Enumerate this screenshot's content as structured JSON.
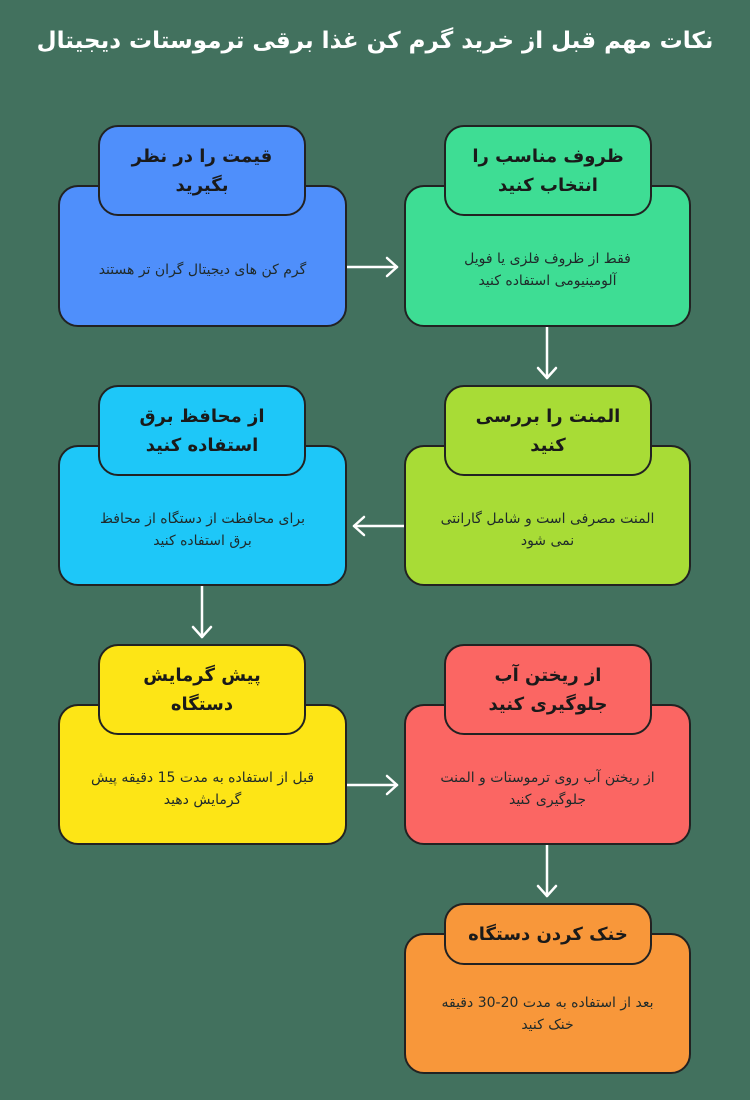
{
  "title": "نکات مهم قبل از خرید گرم کن غذا برقی ترموستات دیجیتال",
  "colors": {
    "background": "#42715e",
    "arrow": "#ffffff",
    "border": "#222222"
  },
  "steps": [
    {
      "heading": "ظروف مناسب را انتخاب کنید",
      "text": "فقط از ظروف فلزی یا فویل آلومینیومی استفاده کنید",
      "color": "#3edd94"
    },
    {
      "heading": "قیمت را در نظر بگیرید",
      "text": "گرم کن های دیجیتال گران تر هستند",
      "color": "#4f8ffb"
    },
    {
      "heading": "المنت را بررسی کنید",
      "text": "المنت مصرفی است و شامل گارانتی نمی شود",
      "color": "#a8dc36"
    },
    {
      "heading": "از محافظ برق استفاده کنید",
      "text": "برای محافظت از دستگاه از محافظ برق استفاده کنید",
      "color": "#1ec7f8"
    },
    {
      "heading": "پیش گرمایش دستگاه",
      "text": "قبل از استفاده به مدت 15 دقیقه پیش گرمایش دهید",
      "color": "#fde516"
    },
    {
      "heading": "از ریختن آب جلوگیری کنید",
      "text": "از ریختن آب روی ترموستات و المنت جلوگیری کنید",
      "color": "#fb6663"
    },
    {
      "heading": "خنک کردن دستگاه",
      "text": "بعد از استفاده به مدت 20-30 دقیقه خنک کنید",
      "color": "#f8973a"
    }
  ],
  "arrows": [
    {
      "from": "قیمت را در نظر بگیرید",
      "to": "ظروف مناسب را انتخاب کنید",
      "direction": "right"
    },
    {
      "from": "ظروف مناسب را انتخاب کنید",
      "to": "المنت را بررسی کنید",
      "direction": "down"
    },
    {
      "from": "المنت را بررسی کنید",
      "to": "از محافظ برق استفاده کنید",
      "direction": "left"
    },
    {
      "from": "از محافظ برق استفاده کنید",
      "to": "پیش گرمایش دستگاه",
      "direction": "down"
    },
    {
      "from": "پیش گرمایش دستگاه",
      "to": "از ریختن آب جلوگیری کنید",
      "direction": "right"
    },
    {
      "from": "از ریختن آب جلوگیری کنید",
      "to": "خنک کردن دستگاه",
      "direction": "down"
    }
  ]
}
